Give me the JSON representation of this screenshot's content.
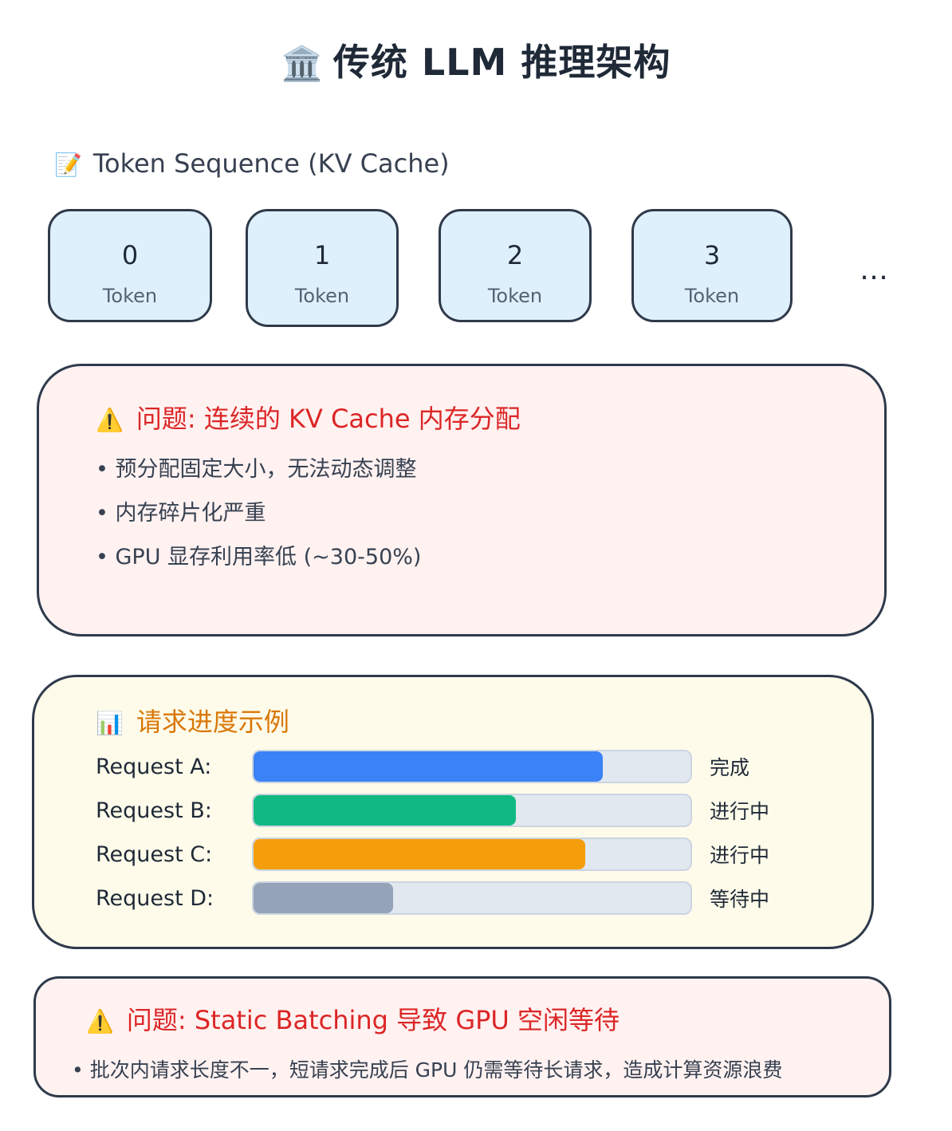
{
  "title": {
    "icon": "classical-building-icon",
    "emoji": "🏛️",
    "text": "传统 LLM 推理架构"
  },
  "sequence": {
    "icon": "memo-icon",
    "emoji": "📝",
    "label": "Token Sequence (KV Cache)",
    "tokens": [
      {
        "num": "0",
        "label": "Token"
      },
      {
        "num": "1",
        "label": "Token"
      },
      {
        "num": "2",
        "label": "Token"
      },
      {
        "num": "3",
        "label": "Token"
      }
    ],
    "ellipsis": "…"
  },
  "kv_problem": {
    "icon": "warning-icon",
    "emoji": "⚠️",
    "title": "问题: 连续的 KV Cache 内存分配",
    "bullets": [
      "• 预分配固定大小，无法动态调整",
      "• 内存碎片化严重",
      "• GPU 显存利用率低 (~30-50%)"
    ]
  },
  "progress": {
    "icon": "bar-chart-icon",
    "emoji": "📊",
    "title": "请求进度示例",
    "requests": [
      {
        "label": "Request A:",
        "status": "完成",
        "fraction": 0.8,
        "color": "#3b82f6"
      },
      {
        "label": "Request B:",
        "status": "进行中",
        "fraction": 0.6,
        "color": "#10b981"
      },
      {
        "label": "Request C:",
        "status": "进行中",
        "fraction": 0.76,
        "color": "#f59e0b"
      },
      {
        "label": "Request D:",
        "status": "等待中",
        "fraction": 0.32,
        "color": "#94a3b8"
      }
    ]
  },
  "batch_problem": {
    "icon": "warning-icon",
    "emoji": "⚠️",
    "title": "问题: Static Batching 导致 GPU 空闲等待",
    "bullet": "• 批次内请求长度不一，短请求完成后 GPU 仍需等待长请求，造成计算资源浪费"
  }
}
